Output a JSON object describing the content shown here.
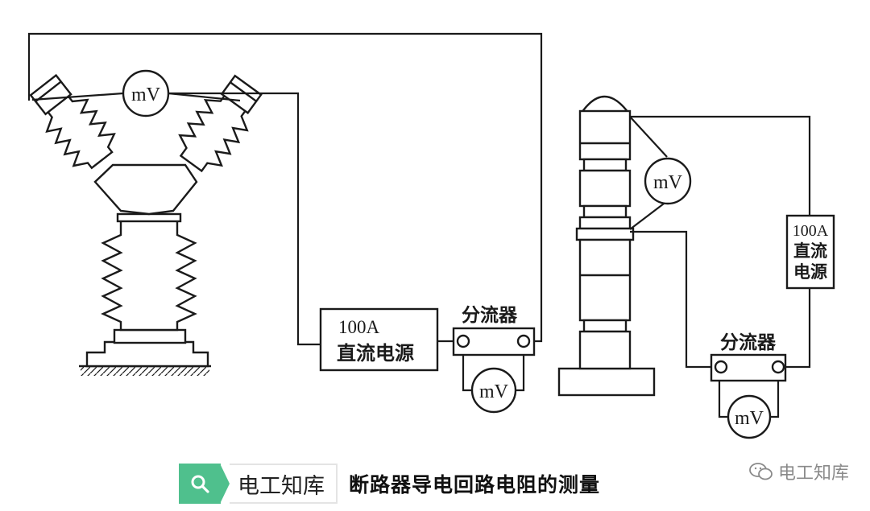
{
  "left_diagram": {
    "top_meter_label": "mV",
    "power_supply": {
      "line1": "100A",
      "line2": "直流电源"
    },
    "shunt_label": "分流器",
    "shunt_meter_label": "mV"
  },
  "right_diagram": {
    "meter_label": "mV",
    "power_supply": {
      "line1": "100A",
      "line2": "直流",
      "line3": "电源"
    },
    "shunt_label": "分流器",
    "shunt_meter_label": "mV"
  },
  "caption": {
    "brand": "电工知库",
    "title": "断路器导电回路电阻的测量",
    "search_icon": "search-icon"
  },
  "watermark": {
    "icon": "wechat-icon",
    "text": "电工知库"
  },
  "colors": {
    "line": "#1a1a1a",
    "badge": "#4fc08d",
    "watermark": "#8a8a8a"
  }
}
